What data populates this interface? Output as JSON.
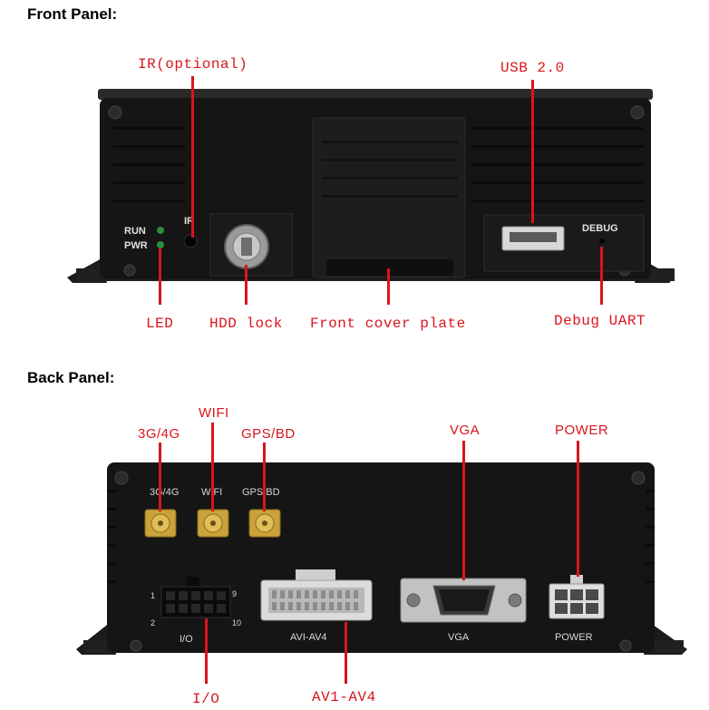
{
  "front_panel": {
    "title": "Front Panel:",
    "device_labels": {
      "run": "RUN",
      "pwr": "PWR",
      "ir": "IR",
      "debug": "DEBUG"
    },
    "callouts": {
      "ir_optional": "IR(optional)",
      "usb": "USB 2.0",
      "led": "LED",
      "hdd_lock": "HDD lock",
      "front_cover": "Front cover plate",
      "debug_uart": "Debug UART"
    }
  },
  "back_panel": {
    "title": "Back Panel:",
    "device_labels": {
      "g34": "3G/4G",
      "wifi": "WIFI",
      "gps": "GPS/BD",
      "pin1": "1",
      "pin2": "2",
      "pin9": "9",
      "pin10": "10",
      "io": "I/O",
      "av": "AVI-AV4",
      "vga": "VGA",
      "power": "POWER"
    },
    "callouts": {
      "g34": "3G/4G",
      "wifi": "WIFI",
      "gps": "GPS/BD",
      "vga": "VGA",
      "power": "POWER",
      "io": "I/O",
      "av": "AV1-AV4"
    }
  },
  "colors": {
    "accent": "#d9151b",
    "device_body": "#151515",
    "led_green": "#2e8b3a",
    "connector_gold": "#c9a23a"
  }
}
